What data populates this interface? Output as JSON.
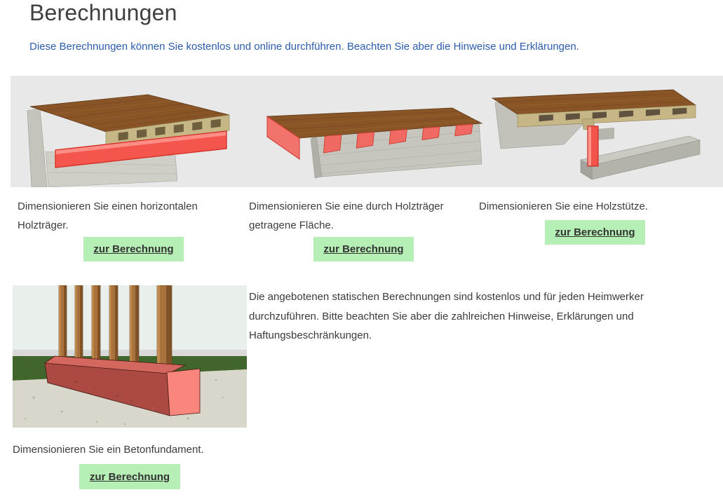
{
  "header": {
    "title": "Berechnungen",
    "intro": "Diese Berechnungen können Sie kostenlos und online durchführen. Beachten Sie aber die Hinweise und Erklärungen."
  },
  "cards": [
    {
      "id": "horizontaler-holztraeger",
      "caption": "Dimensionieren Sie einen horizontalen Holzträger.",
      "button_label": "zur Berechnung"
    },
    {
      "id": "getragene-flaeche",
      "caption": "Dimensionieren Sie eine durch Holzträger getragene Fläche.",
      "button_label": "zur Berechnung"
    },
    {
      "id": "holzstuetze",
      "caption": "Dimensionieren Sie eine Holzstütze.",
      "button_label": "zur Berechnung"
    },
    {
      "id": "betonfundament",
      "caption": "Dimensionieren Sie ein Betonfundament.",
      "button_label": "zur Berechnung"
    }
  ],
  "info_paragraph": "Die angebotenen statischen Berechnungen sind kostenlos und für jeden Heimwerker durchzuführen. Bitte beachten Sie aber die zahlreichen Hinweise, Erklärungen und Haftungsbeschränkungen.",
  "colors": {
    "accent_blue": "#2b5cad",
    "button_green": "#b6efb6",
    "highlight_red": "#f4564e",
    "image_background": "#e8e8e8"
  }
}
